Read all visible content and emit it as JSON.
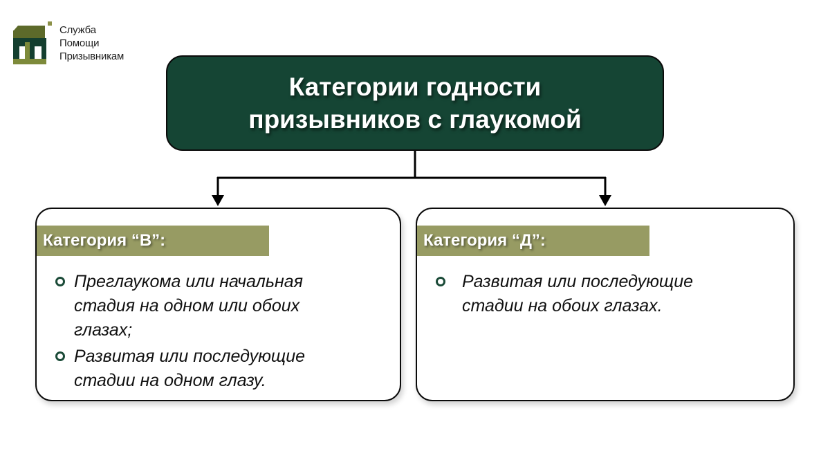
{
  "logo": {
    "icon": "building-frame-logo-icon",
    "lines": [
      "Служба",
      "Помощи",
      "Призывникам"
    ],
    "colors": {
      "dark": "#143f2f",
      "olive": "#6b7a2a",
      "light_olive": "#9aa05a"
    }
  },
  "title": {
    "line1": "Категории годности",
    "line2": "призывников с глаукомой",
    "background": "#154534"
  },
  "categories": [
    {
      "label": "Категория “В”:",
      "items": [
        "Преглаукома или начальная стадия на одном или обоих глазах;",
        "Развитая или последующие стадии на одном глазу."
      ]
    },
    {
      "label": "Категория “Д”:",
      "items": [
        "Развитая или последующие стадии на обоих глазах."
      ]
    }
  ],
  "colors": {
    "label_band": "#979b63",
    "bullet": "#1a4a37",
    "connector": "#000000"
  }
}
